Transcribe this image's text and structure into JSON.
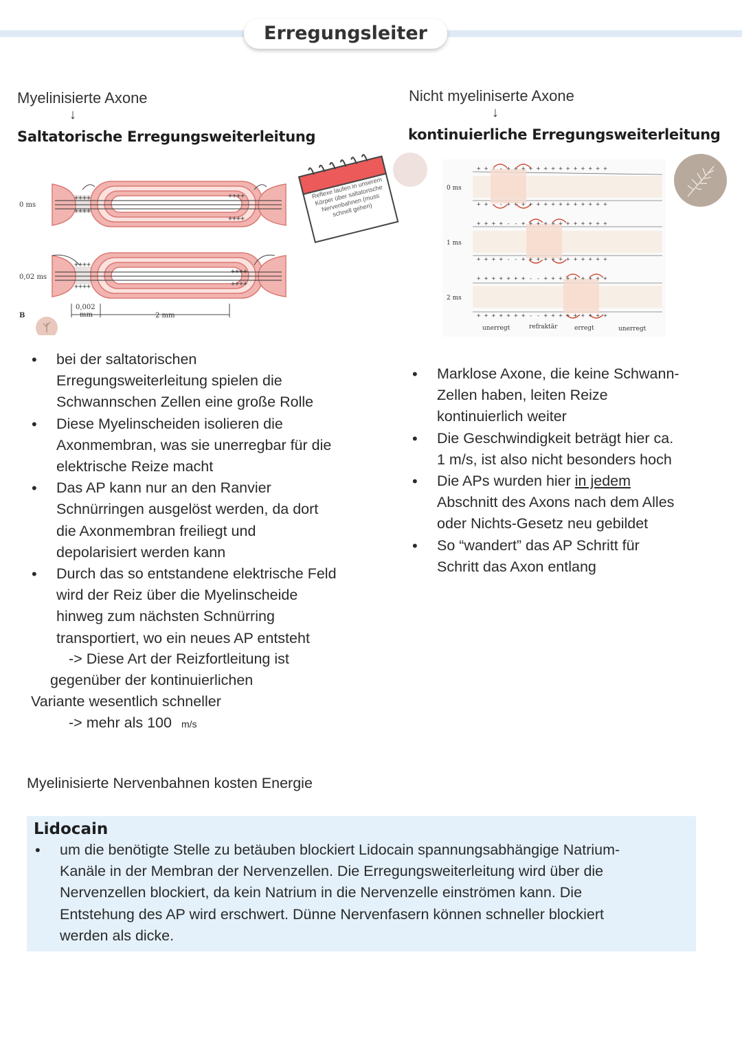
{
  "title": "Erregungsleiter",
  "left": {
    "subtitle": "Myelinisierte Axone",
    "arrow": "↓",
    "heading": "Saltatorische Erregungsweiterleitung",
    "figure": {
      "t0": "0 ms",
      "t1": "0,02 ms",
      "panel": "B",
      "scale_small": "0,002",
      "scale_small_unit": "mm",
      "scale_large": "2 mm"
    },
    "bullets": [
      [
        "bei der saltatorischen",
        "Erregungsweiterleitung spielen die",
        "Schwannschen Zellen eine große Rolle"
      ],
      [
        "Diese Myelinscheiden isolieren die",
        "Axonmembran, was sie unerregbar für die",
        "elektrische Reize macht"
      ],
      [
        "Das AP kann nur an den Ranvier",
        "Schnürringen ausgelöst werden, da dort",
        "die Axonmembran freiliegt und",
        "depolarisiert werden kann"
      ],
      [
        "Durch das so entstandene elektrische Feld",
        "wird der Reiz über die Myelinscheide",
        "hinweg zum nächsten Schnürring",
        "transportiert, wo ein neues AP entsteht"
      ]
    ],
    "conclusion": [
      "-> Diese Art der Reizfortleitung ist",
      "gegenüber der kontinuierlichen",
      "Variante wesentlich schneller",
      "-> mehr als 100"
    ],
    "unit": "m/s"
  },
  "memo": {
    "lines": [
      "Reflexe laufen in unserem",
      "Körper über saltatorische",
      "Nervenbahnen (muss",
      "schnell gehen)"
    ]
  },
  "right": {
    "subtitle": "Nicht myeliniserte Axone",
    "arrow": "↓",
    "heading": "kontinuierliche Erregungsweiterleitung",
    "figure": {
      "t0": "0 ms",
      "t1": "1 ms",
      "t2": "2 ms",
      "labels": [
        "unerregt",
        "refraktär",
        "erregt",
        "unerregt"
      ]
    },
    "bullets": [
      [
        "Marklose Axone, die keine Schwann-",
        "Zellen haben, leiten Reize",
        "kontinuierlich weiter"
      ],
      [
        "Die Geschwindigkeit beträgt hier ca.",
        "1 m/s, ist also nicht besonders hoch"
      ],
      [
        "Die APs wurden hier",
        "in jedem",
        "Abschnitt des Axons nach dem Alles",
        "oder Nichts-Gesetz neu gebildet"
      ],
      [
        "So “wandert” das AP Schritt für",
        "Schritt das Axon entlang"
      ]
    ]
  },
  "energy_note": "Myelinisierte Nervenbahnen kosten Energie",
  "lidocain": {
    "heading": "Lidocain",
    "lines": [
      "um die benötigte Stelle zu betäuben blockiert Lidocain spannungsabhängige Natrium-",
      "Kanäle in der Membran der Nervenzellen. Die Erregungsweiterleitung wird über die",
      "Nervenzellen blockiert, da kein Natrium in die Nervenzelle einströmen kann. Die",
      "Entstehung des AP wird erschwert. Dünne Nervenfasern können schneller blockiert",
      "werden als dicke."
    ]
  },
  "colors": {
    "title_band": "#dfeaf6",
    "lidocain_bg": "#e4f1fb",
    "myelin": "#e88a86",
    "memo_red": "#ec5a5a",
    "sticker": "#e9d8d2",
    "sticker_dark": "#b7a99c"
  }
}
